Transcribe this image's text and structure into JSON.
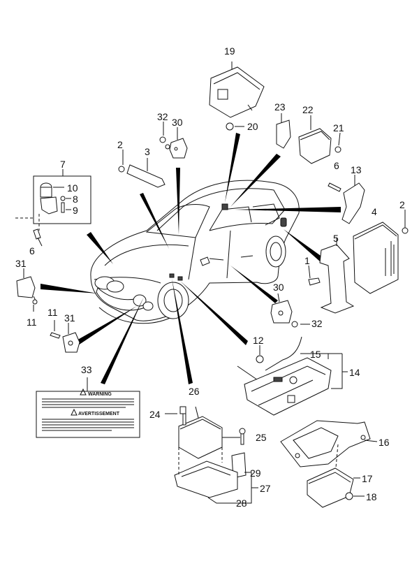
{
  "callouts": {
    "c1": "1",
    "c2a": "2",
    "c2b": "2",
    "c3": "3",
    "c4": "4",
    "c5": "5",
    "c6a": "6",
    "c6b": "6",
    "c7": "7",
    "c8": "8",
    "c9": "9",
    "c10": "10",
    "c11a": "11",
    "c11b": "11",
    "c12": "12",
    "c13": "13",
    "c14": "14",
    "c15": "15",
    "c16": "16",
    "c17": "17",
    "c18": "18",
    "c19": "19",
    "c20": "20",
    "c21": "21",
    "c22": "22",
    "c23": "23",
    "c24": "24",
    "c25": "25",
    "c26": "26",
    "c27": "27",
    "c28": "28",
    "c29": "29",
    "c30a": "30",
    "c30b": "30",
    "c31a": "31",
    "c31b": "31",
    "c32a": "32",
    "c32b": "32",
    "c33": "33"
  },
  "warning_label": {
    "heading_1": "WARNING",
    "heading_2": "AVERTISSEMENT"
  }
}
